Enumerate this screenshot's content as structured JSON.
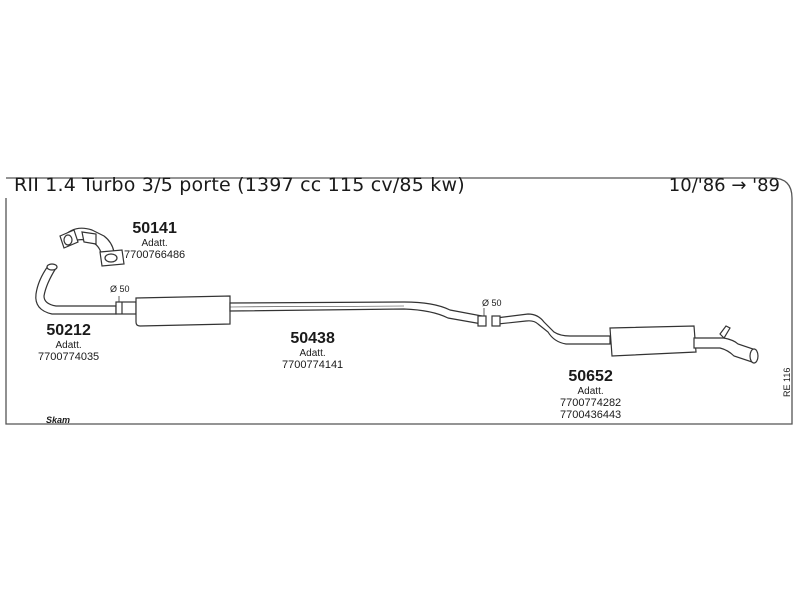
{
  "header": {
    "title": "RII 1.4 Turbo 3/5 porte (1397 cc 115 cv/85 kw)",
    "years": "10/'86 → '89"
  },
  "parts": [
    {
      "code": "50141",
      "label": "Adatt.",
      "refs": [
        "7700766486"
      ]
    },
    {
      "code": "50212",
      "label": "Adatt.",
      "refs": [
        "7700774035"
      ]
    },
    {
      "code": "50438",
      "label": "Adatt.",
      "refs": [
        "7700774141"
      ]
    },
    {
      "code": "50652",
      "label": "Adatt.",
      "refs": [
        "7700774282",
        "7700436443"
      ]
    }
  ],
  "diameters": [
    "Ø 50",
    "Ø 50"
  ],
  "sheet_code": "RE 116",
  "brand": "Skam",
  "colors": {
    "line": "#333333",
    "frame": "#555555",
    "fill": "#ffffff"
  }
}
